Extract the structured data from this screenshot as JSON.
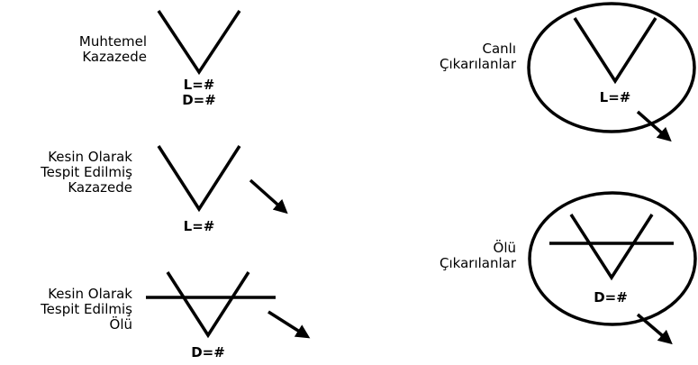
{
  "symbols": {
    "possible_victim": {
      "label_lines": [
        "Muhtemel",
        "Kazazede"
      ],
      "codes": [
        "L=#",
        "D=#"
      ]
    },
    "confirmed_victim": {
      "label_lines": [
        "Kesin Olarak",
        "Tespit Edilmiş",
        "Kazazede"
      ],
      "codes": [
        "L=#"
      ]
    },
    "confirmed_dead": {
      "label_lines": [
        "Kesin Olarak",
        "Tespit Edilmiş",
        "Ölü"
      ],
      "codes": [
        "D=#"
      ]
    },
    "rescued_alive": {
      "label_lines": [
        "Canlı",
        "Çıkarılanlar"
      ],
      "codes": [
        "L=#"
      ]
    },
    "removed_dead": {
      "label_lines": [
        "Ölü",
        "Çıkarılanlar"
      ],
      "codes": [
        "D=#"
      ]
    }
  },
  "colors": {
    "ink": "#000000",
    "background": "#ffffff"
  }
}
